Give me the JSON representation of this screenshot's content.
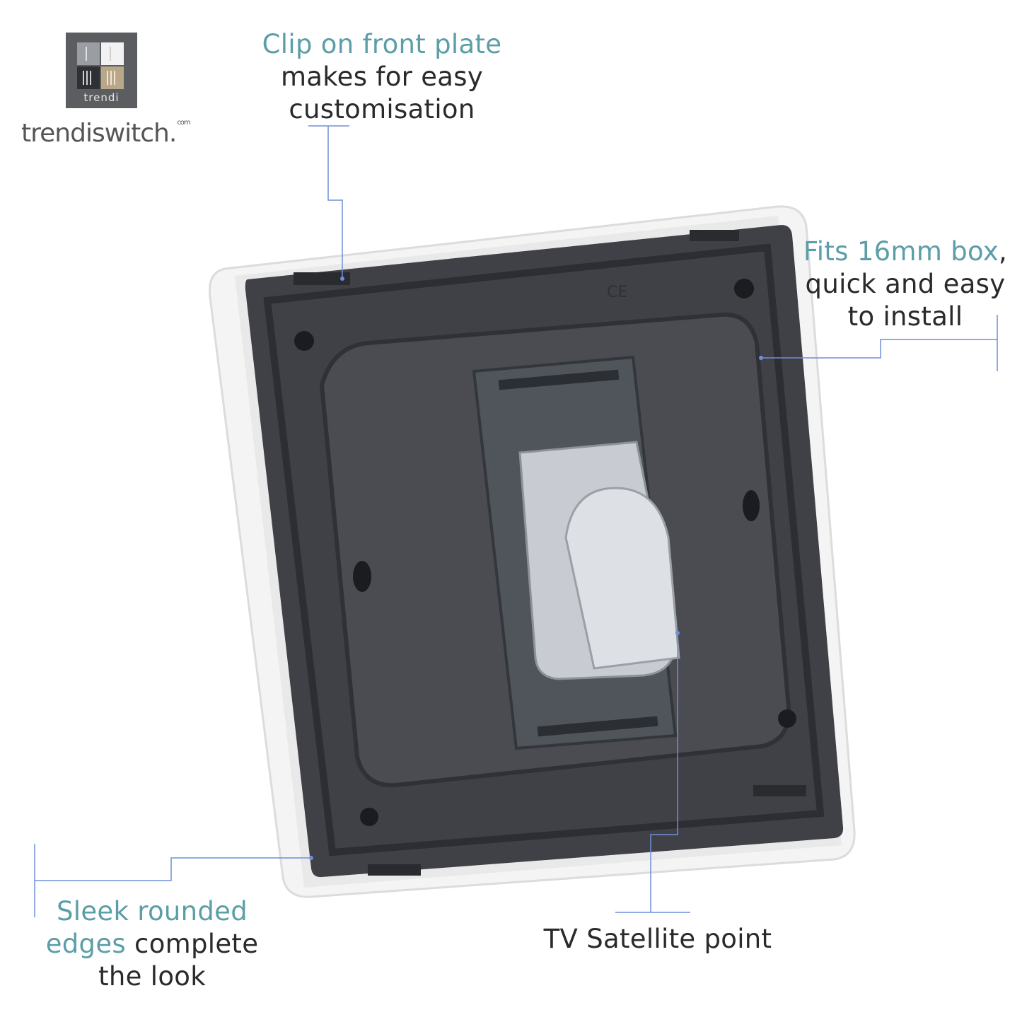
{
  "colors": {
    "accent": "#5c9ea7",
    "leader_line": "#6f8fd8",
    "plate_white": "#f4f4f4",
    "backbox_dark": "#3f4147",
    "module_grey": "#4f555b",
    "chrome": "#c8ccd2"
  },
  "brand": {
    "logo_text": "trendi",
    "wordmark": "trendiswitch.",
    "wordmark_small": "com"
  },
  "callouts": {
    "clip": {
      "accent": "Clip on front plate",
      "line2": "makes for easy",
      "line3": "customisation"
    },
    "fits": {
      "accent": "Fits 16mm box",
      "suffix": ",",
      "line2": "quick and easy",
      "line3": "to install"
    },
    "sleek": {
      "accent": "Sleek rounded",
      "accent2": "edges",
      "rest2": " complete",
      "line3": "the look"
    },
    "tv": {
      "label": "TV Satellite point"
    }
  },
  "product": {
    "ce_mark": "CE"
  }
}
